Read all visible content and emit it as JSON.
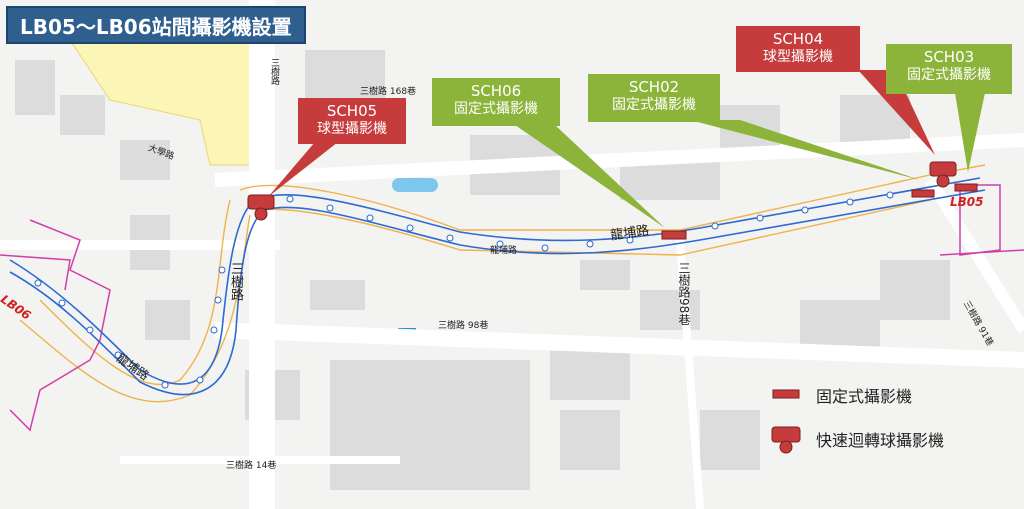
{
  "title": "LB05～LB06站間攝影機設置",
  "cameras": [
    {
      "code": "SCH05",
      "type": "球型攝影機"
    },
    {
      "code": "SCH06",
      "type": "固定式攝影機"
    },
    {
      "code": "SCH02",
      "type": "固定式攝影機"
    },
    {
      "code": "SCH04",
      "type": "球型攝影機"
    },
    {
      "code": "SCH03",
      "type": "固定式攝影機"
    }
  ],
  "legend": {
    "fixed": "固定式攝影機",
    "dome": "快速迴轉球攝影機"
  },
  "stations": {
    "lb05": "LB05",
    "lb06": "LB06"
  },
  "roads": {
    "longpu": "龍埔路",
    "longpu2": "龍埔路",
    "sanshu98": "三樹路98巷",
    "sanshu98b": "三樹路 98巷",
    "sanshu168": "三樹路 168巷",
    "sanshu14": "三樹路 14巷",
    "daxue": "大學路",
    "sanshu": "三樹路",
    "sanshu_v": "三樹路",
    "longpu_v": "龍埔路",
    "sanshu_r": "三樹路 91巷"
  },
  "colors": {
    "red": "#c63c3c",
    "green": "#8cb43a",
    "title_bg": "#2f5f8f"
  }
}
